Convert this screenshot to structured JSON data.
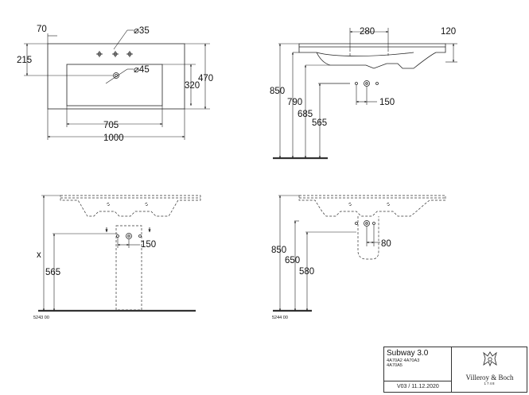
{
  "drawing": {
    "top_view": {
      "dims": [
        "70",
        "215",
        "⌀35",
        "⌀45",
        "470",
        "320",
        "705",
        "1000"
      ]
    },
    "side_view": {
      "dims": [
        "280",
        "120",
        "850",
        "790",
        "685",
        "565",
        "150"
      ]
    },
    "front_view": {
      "dims": [
        "x",
        "565",
        "150"
      ],
      "code": "5243 00"
    },
    "side_view_2": {
      "dims": [
        "850",
        "650",
        "580",
        "80"
      ],
      "code": "5244 00"
    }
  },
  "title_block": {
    "product": "Subway 3.0",
    "codes_line1": "4A70A2 4A70A3",
    "codes_line2": "4A70A5",
    "version": "V03 / 11.12.2020",
    "brand": "Villeroy & Boch",
    "brand_year": "1748"
  }
}
